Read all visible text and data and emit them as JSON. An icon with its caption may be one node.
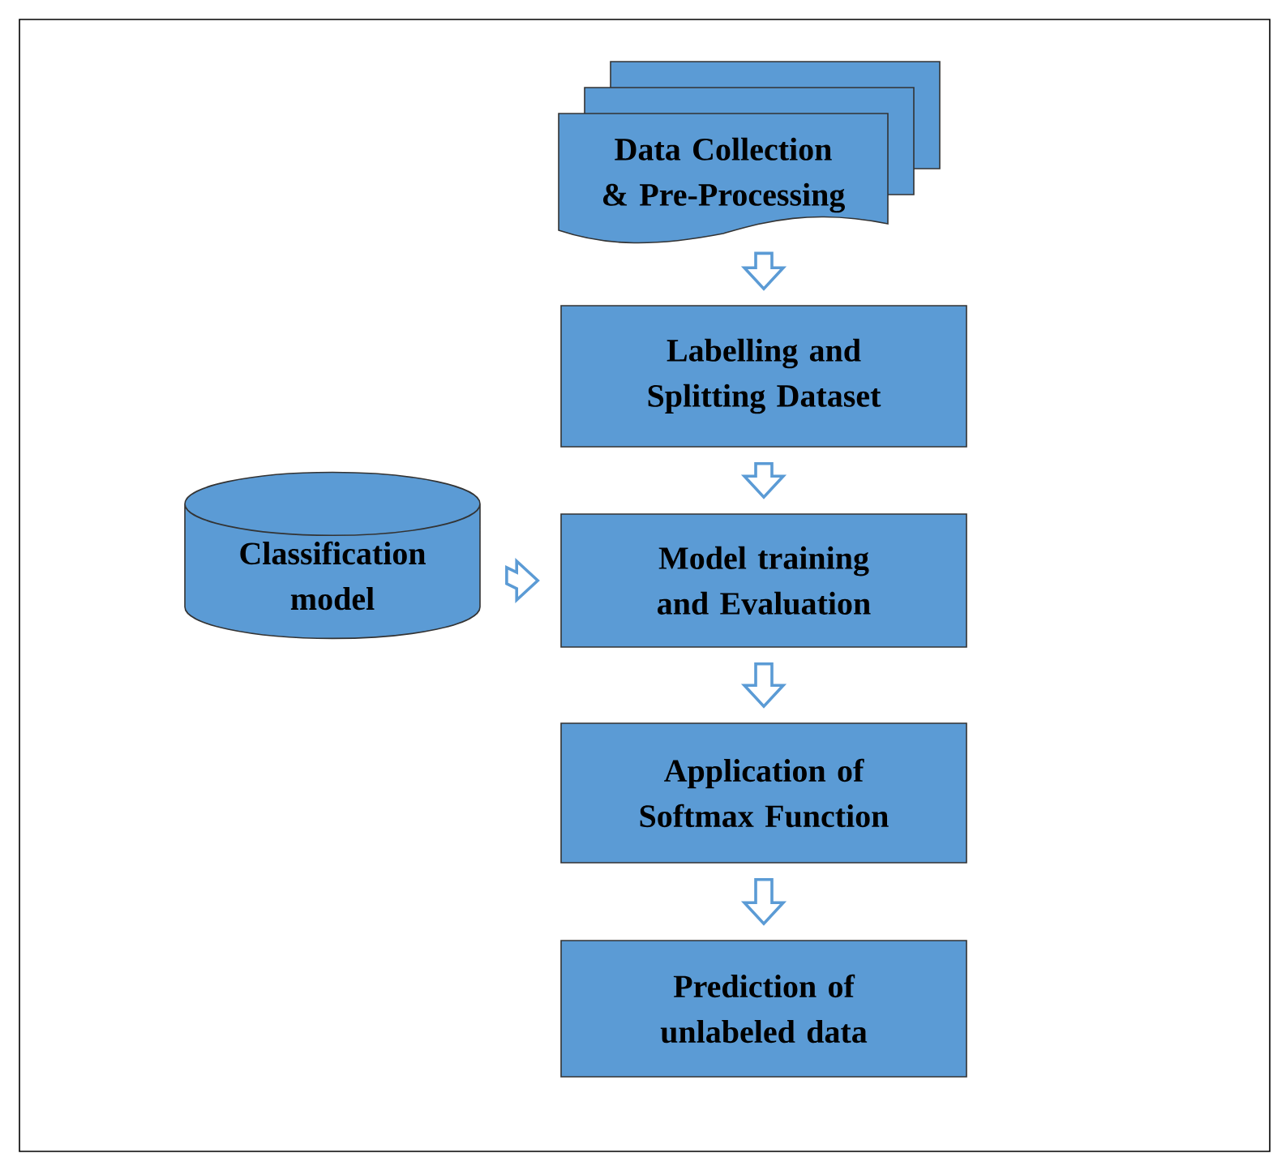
{
  "diagram": {
    "nodes": [
      {
        "text": [
          "Data Collection & Pre-Processing"
        ]
      },
      {
        "text": [
          "Labelling and Splitting Dataset"
        ]
      },
      {
        "text": [
          "Classification model"
        ]
      },
      {
        "text": [
          "Model training and Evaluation"
        ]
      },
      {
        "text": [
          "Application of Softmax Function"
        ]
      },
      {
        "text": [
          "Prediction of unlabeled data"
        ]
      }
    ],
    "edges": [
      {
        "from": 0,
        "to": 1,
        "arrow": "to"
      },
      {
        "from": 1,
        "to": 3,
        "arrow": "to"
      },
      {
        "from": 2,
        "to": 3,
        "arrow": "to"
      },
      {
        "from": 3,
        "to": 4,
        "arrow": "to"
      },
      {
        "from": 4,
        "to": 5,
        "arrow": "to"
      }
    ]
  }
}
